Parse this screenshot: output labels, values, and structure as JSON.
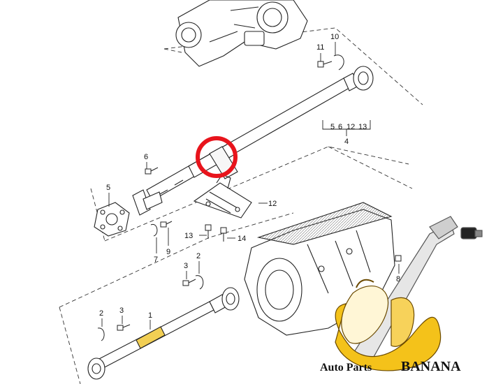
{
  "callouts": {
    "c1": "1",
    "c2a": "2",
    "c2b": "2",
    "c3a": "3",
    "c3b": "3",
    "c4": "4",
    "c5": "5",
    "c6": "6",
    "c7": "7",
    "c8": "8",
    "c9": "9",
    "c10": "10",
    "c11": "11",
    "c12": "12",
    "c13": "13",
    "c14": "14",
    "group_5": "5",
    "group_6": "6",
    "group_12": "12",
    "group_13": "13"
  },
  "brand": {
    "line1": "Auto Parts",
    "line2": "BANANA"
  },
  "colors": {
    "highlight": "#e8141c",
    "part_highlight": "#f2cf54",
    "banana": "#f4c21a",
    "ink": "#111111"
  }
}
